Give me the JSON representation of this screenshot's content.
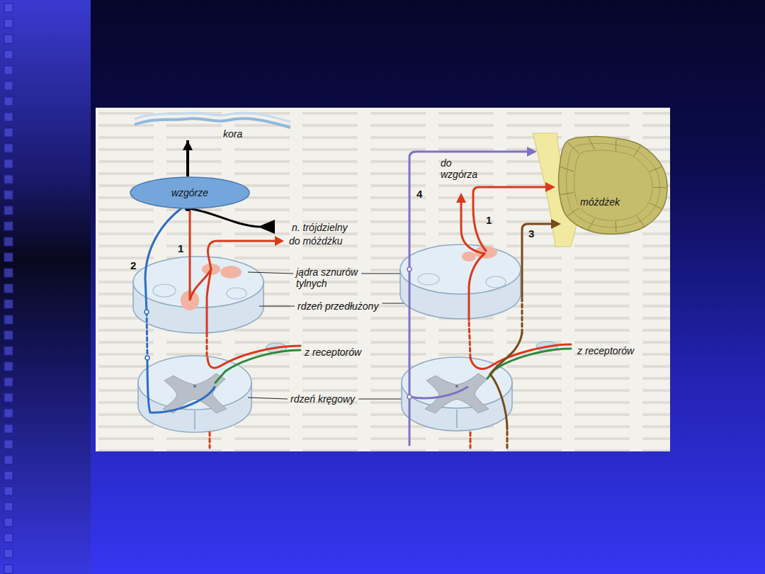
{
  "diagram": {
    "nodes": [
      {
        "text": [
          "kora"
        ]
      },
      {
        "text": [
          "wzgórze"
        ]
      },
      {
        "text": [
          "móżdżek"
        ]
      }
    ],
    "edges": [
      {
        "from": 1,
        "to": 0,
        "arrow": "to"
      }
    ],
    "labels": [
      "n. trójdzielny",
      "do móżdżku",
      "1",
      "2",
      "jądra sznurów tylnych",
      "rdzeń przedłużony",
      "z receptorów",
      "rdzeń kręgowy",
      "do wzgórza",
      "4",
      "1",
      "3",
      "z receptorów"
    ]
  }
}
